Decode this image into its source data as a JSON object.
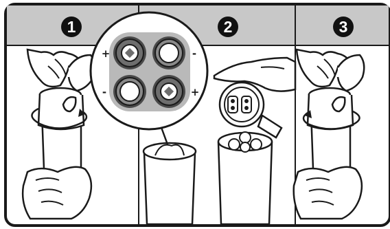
{
  "illustration": {
    "steps": [
      {
        "number": "1"
      },
      {
        "number": "2"
      },
      {
        "number": "3"
      }
    ],
    "battery_diagram": {
      "polarity_marks": [
        "+",
        "-",
        "-",
        "+"
      ]
    },
    "colors": {
      "header_band": "#c8c8c8",
      "outline": "#1a1a1a",
      "battery_ring": "#6e6e6e",
      "marker_fill": "#ffffff"
    }
  }
}
